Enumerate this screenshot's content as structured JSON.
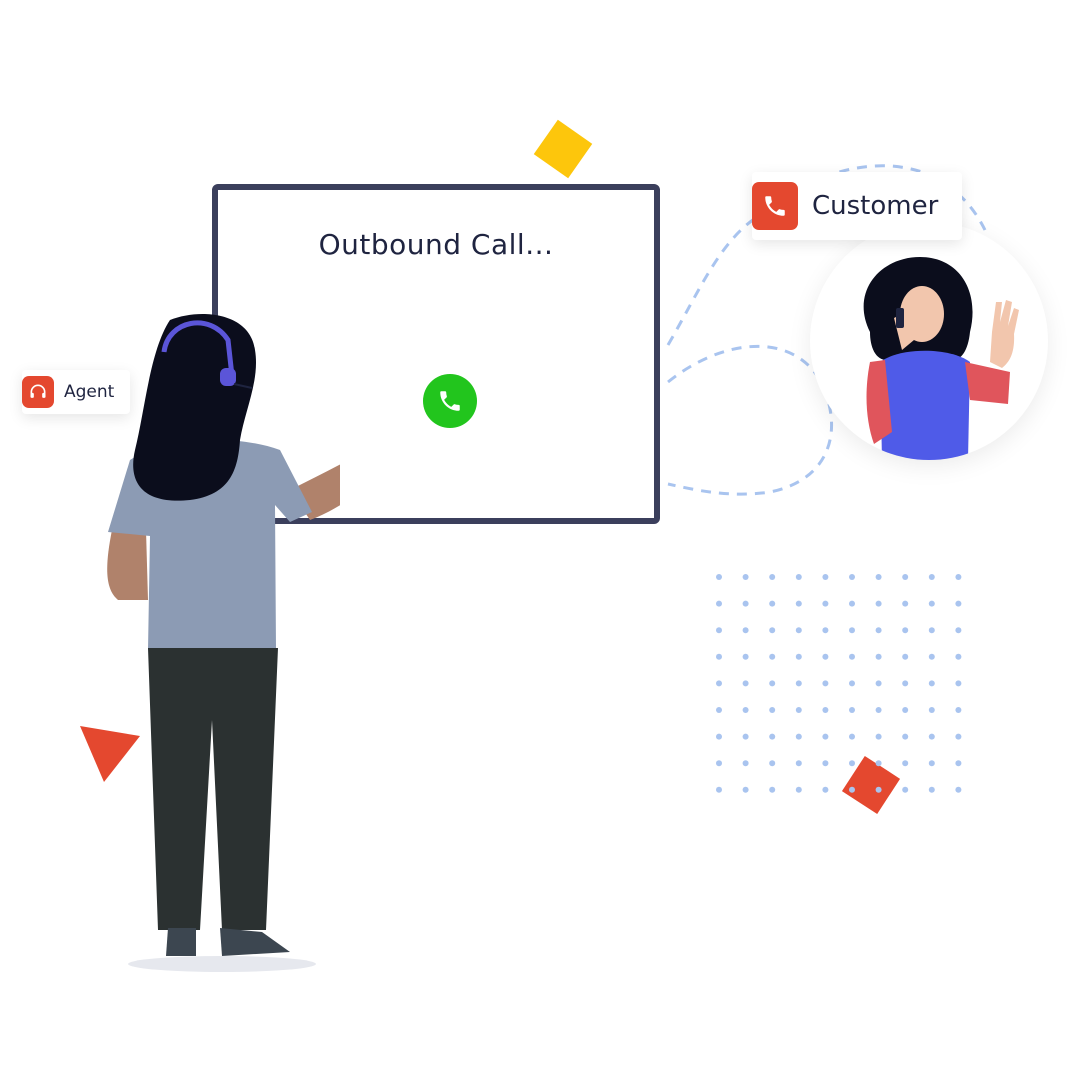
{
  "screen": {
    "title": "Outbound Call..."
  },
  "agent_chip": {
    "label": "Agent",
    "icon": "headset-icon"
  },
  "customer_chip": {
    "label": "Customer",
    "icon": "phone-icon"
  },
  "call_button": {
    "icon": "phone-icon"
  },
  "colors": {
    "accent_red": "#e4482f",
    "call_green": "#22c51d",
    "screen_border": "#3b3f5c",
    "dot_blue": "#a9c4ef",
    "yellow": "#fdc60c",
    "agent_shirt": "#8c9bb4",
    "customer_shirt": "#4f5be8"
  }
}
